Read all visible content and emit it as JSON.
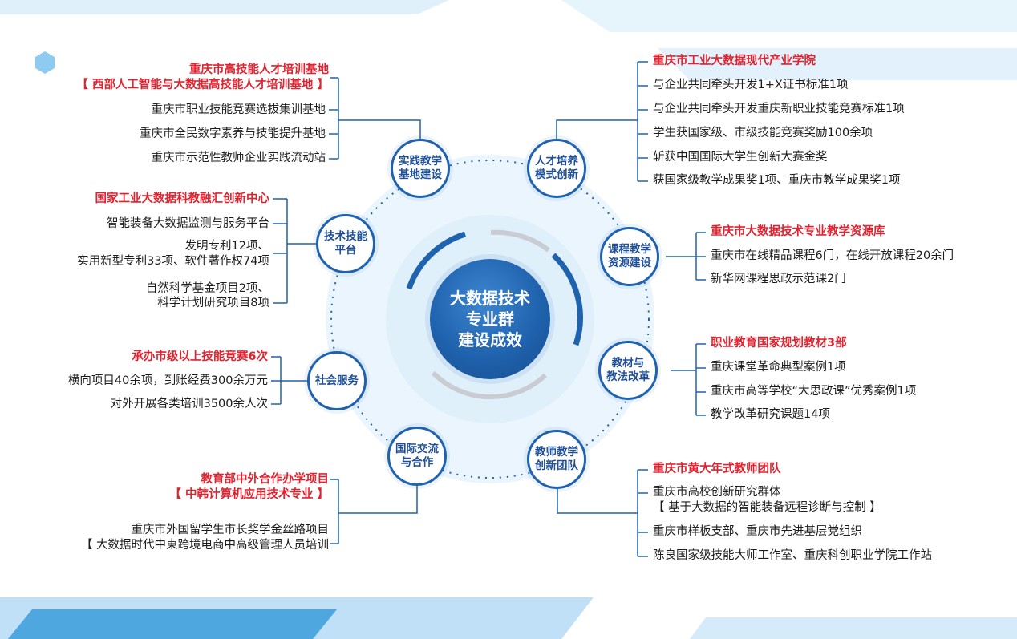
{
  "colors": {
    "accent": "#1f62ad",
    "highlight": "#e0232f",
    "text": "#1c1c1c",
    "light": "#d8ecfa"
  },
  "center": {
    "title": "大数据技术\n专业群\n建设成效"
  },
  "nodes": {
    "practice": "实践教学\n基地建设",
    "talent": "人才培养\n模式创新",
    "tech": "技术技能\n平台",
    "course": "课程教学\n资源建设",
    "social": "社会服务",
    "material": "教材与\n教法改革",
    "intl": "国际交流\n与合作",
    "teacher": "教师教学\n创新团队"
  },
  "practice_items": {
    "title1": "重庆市高技能人才培训基地",
    "title2": "【 西部人工智能与大数据高技能人才培训基地 】",
    "items": [
      "重庆市职业技能竞赛选拔集训基地",
      "重庆市全民数字素养与技能提升基地",
      "重庆市示范性教师企业实践流动站"
    ]
  },
  "tech_items": {
    "title": "国家工业大数据科教融汇创新中心",
    "items": [
      "智能装备大数据监测与服务平台",
      "发明专利12项、",
      "实用新型专利33项、软件著作权74项",
      "自然科学基金项目2项、",
      "科学计划研究项目8项"
    ]
  },
  "social_items": {
    "title": "承办市级以上技能竞赛6次",
    "items": [
      "横向项目40余项，到账经费300余万元",
      "对外开展各类培训3500余人次"
    ]
  },
  "intl_items": {
    "title1": "教育部中外合作办学项目",
    "title2": "【 中韩计算机应用技术专业 】",
    "items": [
      "重庆市外国留学生市长奖学金丝路项目",
      "【 大数据时代中東跨境电商中高级管理人员培训"
    ]
  },
  "talent_items": {
    "title": "重庆市工业大数据现代产业学院",
    "items": [
      "与企业共同牵头开发1+X证书标准1项",
      "与企业共同牵头开发重庆新职业技能竞赛标准1项",
      "学生获国家级、市级技能竞赛奖励100余项",
      "斩获中国国际大学生创新大赛金奖",
      "获国家级教学成果奖1项、重庆市教学成果奖1项"
    ]
  },
  "course_items": {
    "title": "重庆市大数据技术专业教学资源库",
    "items": [
      "重庆市在线精品课程6门，在线开放课程20余门",
      "新华网课程思政示范课2门"
    ]
  },
  "material_items": {
    "title": "职业教育国家规划教材3部",
    "items": [
      "重庆课堂革命典型案例1项",
      "重庆市高等学校“大思政课”优秀案例1项",
      "教学改革研究课题14项"
    ]
  },
  "teacher_items": {
    "title": "重庆市黄大年式教师团队",
    "items": [
      "重庆市高校创新研究群体",
      "【 基于大数据的智能装备远程诊断与控制 】",
      "重庆市样板支部、重庆市先进基层党组织",
      "陈良国家级技能大师工作室、重庆科创职业学院工作站"
    ]
  }
}
